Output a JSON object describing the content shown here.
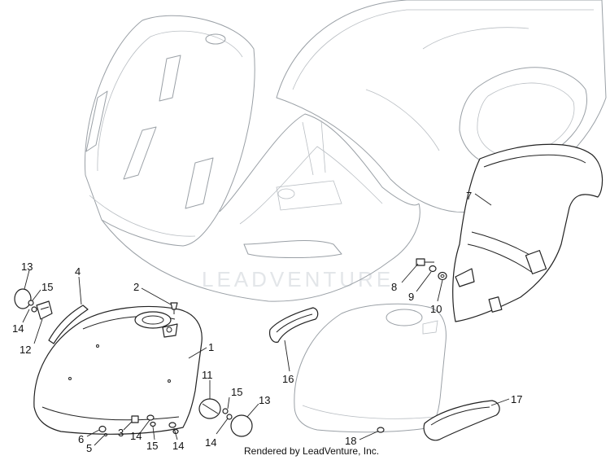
{
  "watermark": "LEADVENTURE",
  "footer": "Rendered by LeadVenture, Inc.",
  "callouts": [
    {
      "id": "c13a",
      "label": "13"
    },
    {
      "id": "c15a",
      "label": "15"
    },
    {
      "id": "c14a",
      "label": "14"
    },
    {
      "id": "c12",
      "label": "12"
    },
    {
      "id": "c4",
      "label": "4"
    },
    {
      "id": "c2",
      "label": "2"
    },
    {
      "id": "c1",
      "label": "1"
    },
    {
      "id": "c11",
      "label": "11"
    },
    {
      "id": "c15b",
      "label": "15"
    },
    {
      "id": "c13b",
      "label": "13"
    },
    {
      "id": "c14b",
      "label": "14"
    },
    {
      "id": "c6",
      "label": "6"
    },
    {
      "id": "c5",
      "label": "5"
    },
    {
      "id": "c3",
      "label": "3"
    },
    {
      "id": "c14c",
      "label": "14"
    },
    {
      "id": "c15c",
      "label": "15"
    },
    {
      "id": "c14d",
      "label": "14"
    },
    {
      "id": "c7",
      "label": "7"
    },
    {
      "id": "c8",
      "label": "8"
    },
    {
      "id": "c9",
      "label": "9"
    },
    {
      "id": "c10",
      "label": "10"
    },
    {
      "id": "c16",
      "label": "16"
    },
    {
      "id": "c17",
      "label": "17"
    },
    {
      "id": "c18",
      "label": "18"
    }
  ]
}
